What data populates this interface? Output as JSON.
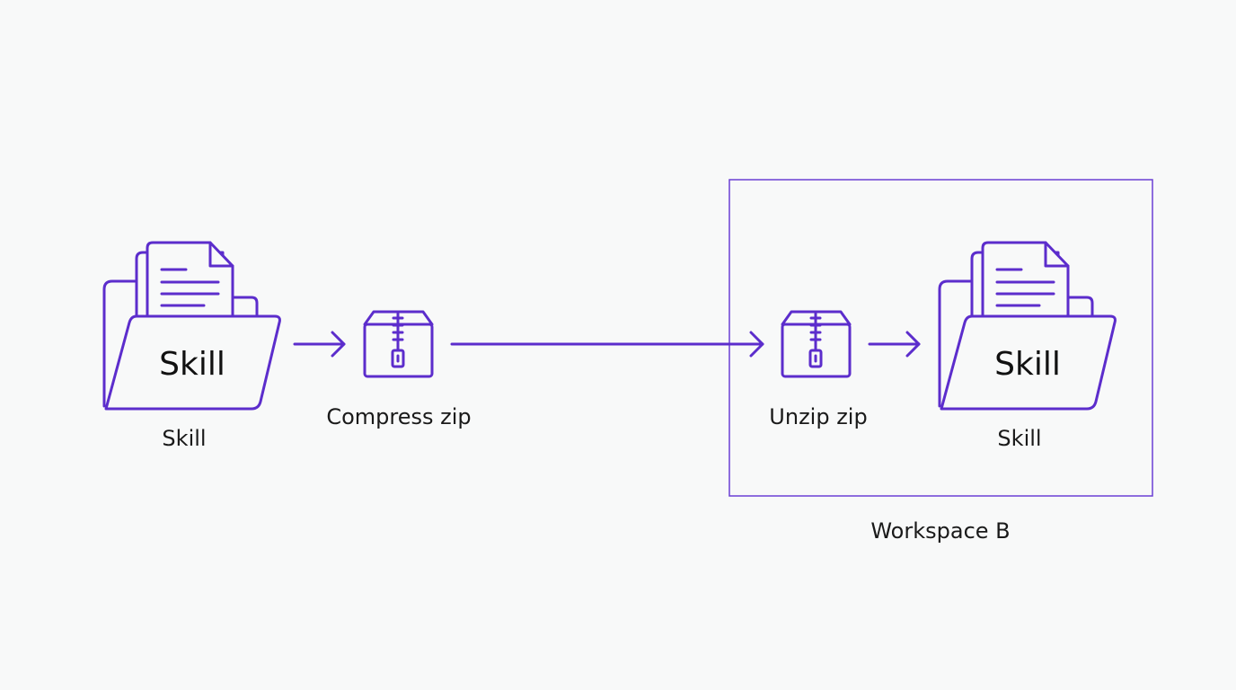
{
  "nodes": {
    "source_folder": {
      "inner_label": "Skill",
      "caption": "Skill"
    },
    "compress": {
      "caption": "Compress zip"
    },
    "unzip": {
      "caption": "Unzip zip"
    },
    "target_folder": {
      "inner_label": "Skill",
      "caption": "Skill"
    }
  },
  "groups": {
    "workspace_b": {
      "label": "Workspace B"
    }
  },
  "icons": {
    "folder": "folder-with-document-icon",
    "archive": "zip-archive-icon",
    "arrow": "arrow-right-icon"
  },
  "colors": {
    "accent": "#5c2dcc",
    "background": "#f8f9f9",
    "text": "#1a1a1a"
  }
}
